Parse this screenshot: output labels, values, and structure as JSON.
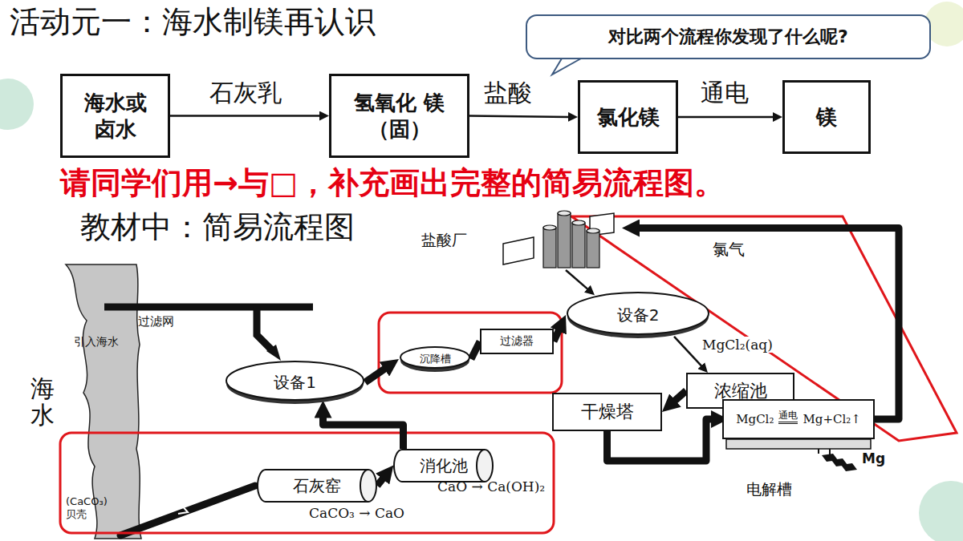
{
  "diagram": {
    "title": "活动元一：海水制镁再认识",
    "nodes": [
      {
        "text": [
          "对比两个流程你发现了什么呢?"
        ]
      },
      {
        "text": [
          "海水或 卤水"
        ]
      },
      {
        "text": [
          "氢氧化 镁（固）"
        ]
      },
      {
        "text": [
          "氯化镁"
        ]
      },
      {
        "text": [
          "镁"
        ]
      },
      {
        "text": [
          "盐酸厂"
        ]
      },
      {
        "text": [
          "设备2"
        ]
      },
      {
        "text": [
          "设备1"
        ]
      },
      {
        "text": [
          "沉降槽"
        ]
      },
      {
        "text": [
          "过滤器"
        ]
      },
      {
        "text": [
          "浓缩池"
        ]
      },
      {
        "text": [
          "干燥塔"
        ]
      },
      {
        "text": [
          "MgCl₂",
          "通电",
          "Mg+Cl₂↑"
        ]
      },
      {
        "text": [
          "石灰窑"
        ]
      },
      {
        "text": [
          "消化池"
        ]
      }
    ],
    "edges": [
      {
        "from": 1,
        "to": 2,
        "label": "石灰乳",
        "arrow": "to"
      },
      {
        "from": 2,
        "to": 3,
        "label": "盐酸",
        "arrow": "to"
      },
      {
        "from": 3,
        "to": 4,
        "label": "通电",
        "arrow": "to"
      },
      {
        "from": 5,
        "to": 6,
        "arrow": "to"
      },
      {
        "from": 7,
        "to": 8,
        "arrow": "to"
      },
      {
        "from": 8,
        "to": 9,
        "arrow": "none"
      },
      {
        "from": 9,
        "to": 6,
        "arrow": "to"
      },
      {
        "from": 6,
        "to": 10,
        "label": "MgCl₂(aq)",
        "arrow": "to"
      },
      {
        "from": 10,
        "to": 11,
        "arrow": "to"
      },
      {
        "from": 11,
        "to": 12,
        "arrow": "to"
      },
      {
        "from": 12,
        "to": 5,
        "label": "氯气",
        "arrow": "to"
      },
      {
        "from": 13,
        "to": 14,
        "arrow": "to"
      },
      {
        "from": 14,
        "to": 7,
        "arrow": "to"
      }
    ],
    "labels": [
      "请同学们用→与□，补充画出完整的简易流程图。",
      "教材中：简易流程图",
      "海水",
      "引入海水",
      "过滤网",
      "(CaCO₃) 贝壳",
      "CaO → Ca(OH)₂",
      "CaCO₃ → CaO",
      "Mg",
      "电解槽"
    ]
  }
}
